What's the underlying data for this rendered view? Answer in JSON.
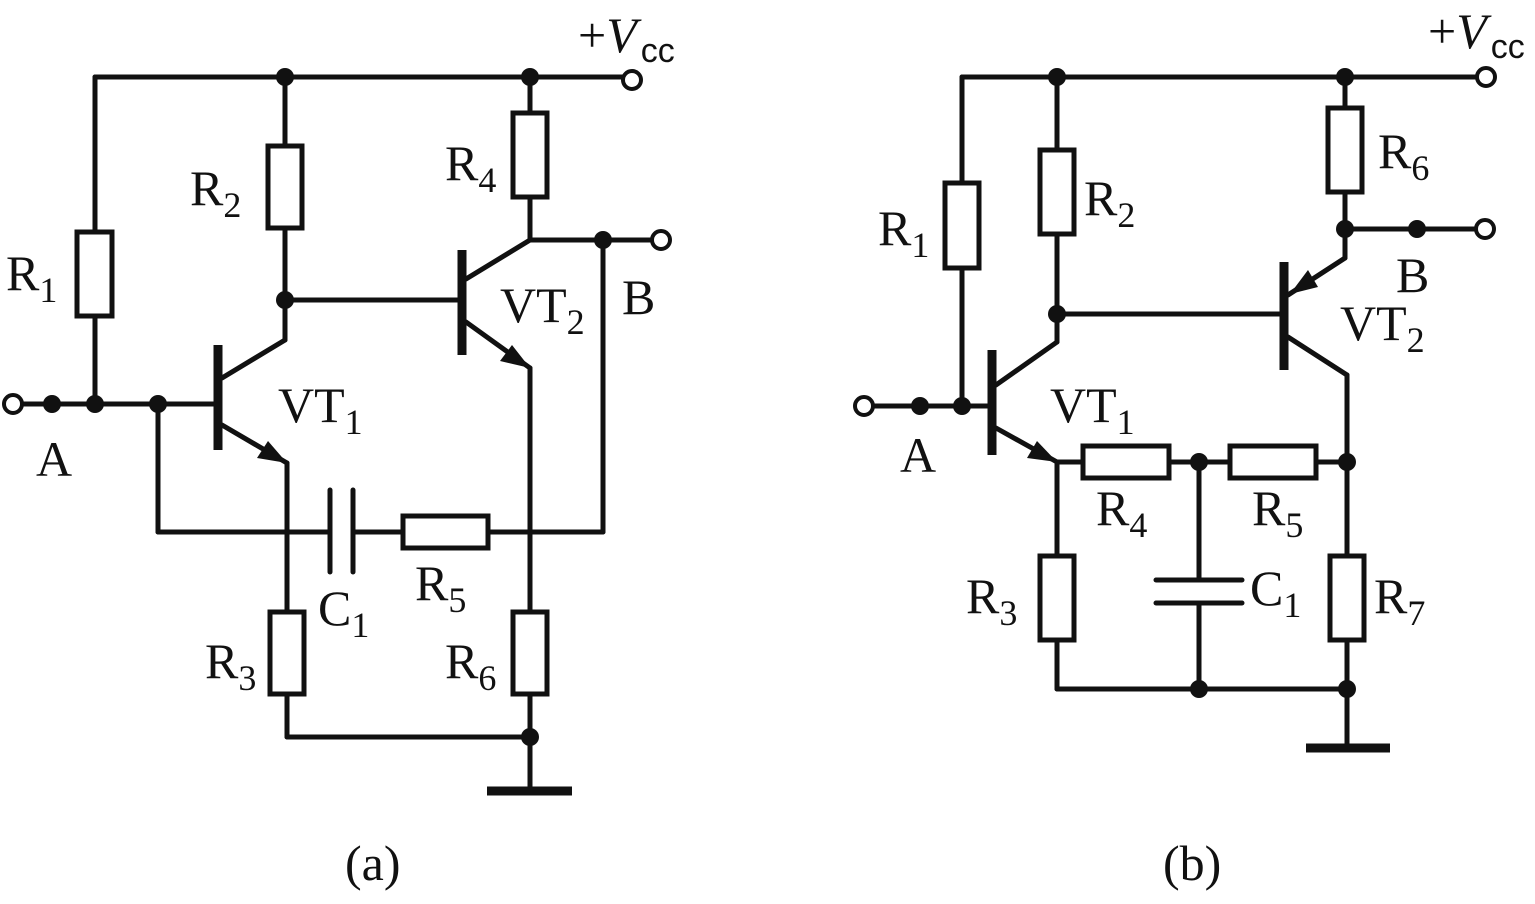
{
  "circuit_a": {
    "caption": "(a)",
    "supply": {
      "prefix": "+",
      "symbol": "V",
      "sub": "cc"
    },
    "input_label": "A",
    "output_label": "B",
    "transistors": {
      "vt1": {
        "base": "VT",
        "sub": "1"
      },
      "vt2": {
        "base": "VT",
        "sub": "2"
      }
    },
    "resistors": {
      "r1": {
        "base": "R",
        "sub": "1"
      },
      "r2": {
        "base": "R",
        "sub": "2"
      },
      "r3": {
        "base": "R",
        "sub": "3"
      },
      "r4": {
        "base": "R",
        "sub": "4"
      },
      "r5": {
        "base": "R",
        "sub": "5"
      },
      "r6": {
        "base": "R",
        "sub": "6"
      }
    },
    "capacitor": {
      "base": "C",
      "sub": "1"
    }
  },
  "circuit_b": {
    "caption": "(b)",
    "supply": {
      "prefix": "+",
      "symbol": "V",
      "sub": "cc"
    },
    "input_label": "A",
    "output_label": "B",
    "transistors": {
      "vt1": {
        "base": "VT",
        "sub": "1"
      },
      "vt2": {
        "base": "VT",
        "sub": "2"
      }
    },
    "resistors": {
      "r1": {
        "base": "R",
        "sub": "1"
      },
      "r2": {
        "base": "R",
        "sub": "2"
      },
      "r3": {
        "base": "R",
        "sub": "3"
      },
      "r4": {
        "base": "R",
        "sub": "4"
      },
      "r5": {
        "base": "R",
        "sub": "5"
      },
      "r6": {
        "base": "R",
        "sub": "6"
      },
      "r7": {
        "base": "R",
        "sub": "7"
      }
    },
    "capacitor": {
      "base": "C",
      "sub": "1"
    }
  }
}
